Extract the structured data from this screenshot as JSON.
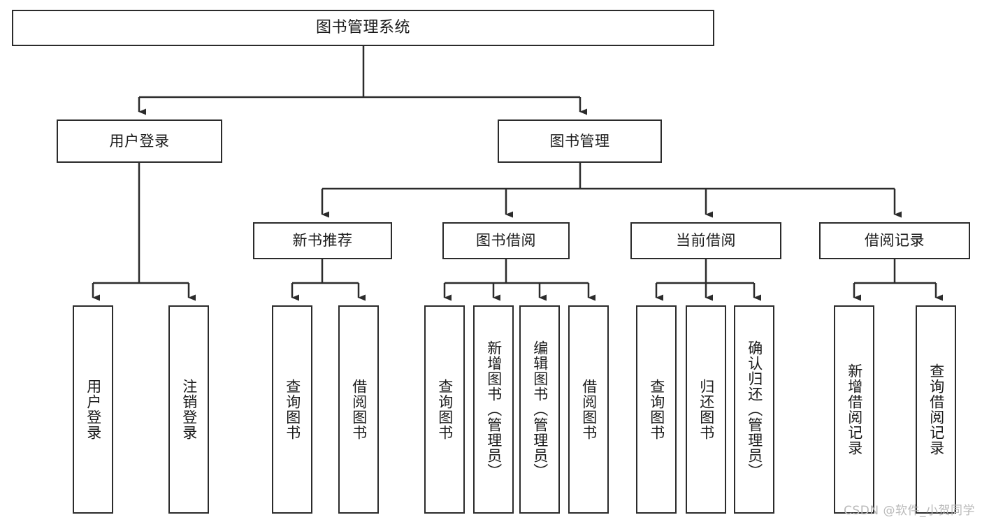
{
  "diagram": {
    "title": "图书管理系统",
    "type": "tree",
    "watermark": "CSDN @软件_小贺同学",
    "colors": {
      "box_border": "#2b2b2b",
      "box_fill": "#ffffff",
      "connector": "#2b2b2b",
      "text": "#1a1a1a",
      "watermark": "#b9b9b9"
    },
    "root": {
      "label": "图书管理系统"
    },
    "level2": [
      {
        "label": "用户登录"
      },
      {
        "label": "图书管理"
      }
    ],
    "level3": [
      {
        "label": "新书推荐"
      },
      {
        "label": "图书借阅"
      },
      {
        "label": "当前借阅"
      },
      {
        "label": "借阅记录"
      }
    ],
    "leaves": {
      "user_login": [
        {
          "label": "用户登录"
        },
        {
          "label": "注销登录"
        }
      ],
      "new_book": [
        {
          "label": "查询图书"
        },
        {
          "label": "借阅图书"
        }
      ],
      "borrow_book": [
        {
          "label": "查询图书"
        },
        {
          "label": "新增图书（管理员）"
        },
        {
          "label": "编辑图书（管理员）"
        },
        {
          "label": "借阅图书"
        }
      ],
      "current_borrow": [
        {
          "label": "查询图书"
        },
        {
          "label": "归还图书"
        },
        {
          "label": "确认归还（管理员）"
        }
      ],
      "borrow_record": [
        {
          "label": "新增借阅记录"
        },
        {
          "label": "查询借阅记录"
        }
      ]
    }
  }
}
